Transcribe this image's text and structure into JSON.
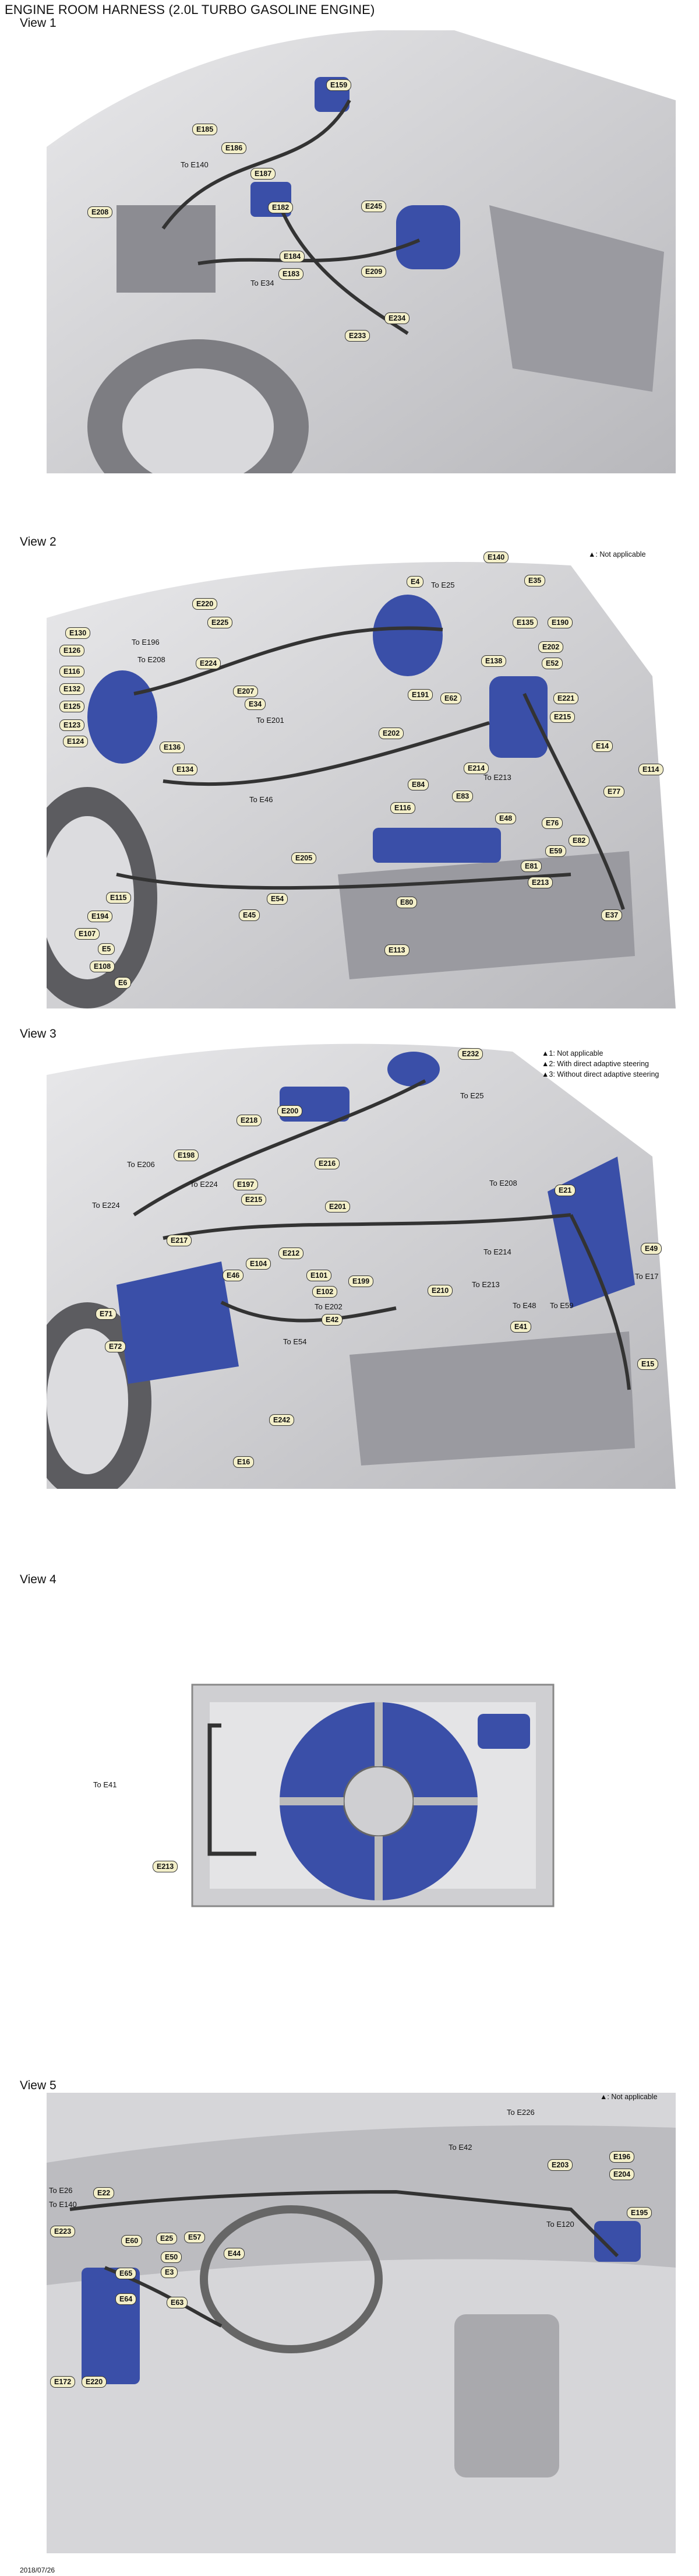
{
  "document": {
    "title": "ENGINE ROOM HARNESS (2.0L TURBO GASOLINE ENGINE)",
    "date": "2018/07/26"
  },
  "views": [
    {
      "label": "View 1",
      "notes": [],
      "connectors": [
        "E159",
        "E185",
        "E186",
        "E187",
        "E208",
        "E182",
        "E245",
        "E184",
        "E183",
        "E209",
        "E234",
        "E233"
      ],
      "to_labels": [
        "To E140",
        "To E34"
      ]
    },
    {
      "label": "View 2",
      "notes": [
        "▲: Not applicable"
      ],
      "connectors": [
        "E140",
        "E4",
        "E35",
        "E220",
        "E225",
        "E130",
        "E126",
        "E116",
        "E132",
        "E125",
        "E123",
        "E124",
        "E224",
        "E207",
        "E34",
        "E136",
        "E134",
        "E202",
        "E135",
        "E190",
        "E138",
        "E52",
        "E202",
        "E191",
        "E62",
        "E221",
        "E215",
        "E14",
        "E214",
        "E114",
        "E84",
        "E83",
        "E77",
        "E116",
        "E48",
        "E76",
        "E82",
        "E59",
        "E80",
        "E81",
        "E213",
        "E37",
        "E205",
        "E54",
        "E45",
        "E115",
        "E194",
        "E107",
        "E5",
        "E108",
        "E6",
        "E113"
      ],
      "to_labels": [
        "To E25",
        "To E196",
        "To E208",
        "To E201",
        "To E46",
        "To E213"
      ]
    },
    {
      "label": "View 3",
      "notes": [
        "▲1: Not applicable",
        "▲2: With direct adaptive steering",
        "▲3: Without direct adaptive steering"
      ],
      "connectors": [
        "E232",
        "E200",
        "E218",
        "E198",
        "E216",
        "E197",
        "E215",
        "E201",
        "E21",
        "E217",
        "E104",
        "E212",
        "E46",
        "E101",
        "E102",
        "E199",
        "E210",
        "E49",
        "E71",
        "E42",
        "E41",
        "E72",
        "E242",
        "E16",
        "E15"
      ],
      "to_labels": [
        "To E25",
        "To E206",
        "To E224",
        "To E224",
        "To E208",
        "To E202",
        "To E214",
        "To E213",
        "To E17",
        "To E48",
        "To E59",
        "To E54"
      ]
    },
    {
      "label": "View 4",
      "notes": [],
      "connectors": [
        "E213"
      ],
      "to_labels": [
        "To E41"
      ]
    },
    {
      "label": "View 5",
      "notes": [
        "▲: Not applicable"
      ],
      "connectors": [
        "E22",
        "E60",
        "E25",
        "E57",
        "E44",
        "E50",
        "E3",
        "E65",
        "E64",
        "E63",
        "E223",
        "E172",
        "E220",
        "E203",
        "E196",
        "E204",
        "E195"
      ],
      "to_labels": [
        "To E26",
        "To E140",
        "To E42",
        "To E120",
        "To E226"
      ]
    }
  ],
  "colors": {
    "component_blue": "#3a4fa8",
    "tag_fill": "#f3efc9",
    "body_gray": "#c9c9cc"
  }
}
